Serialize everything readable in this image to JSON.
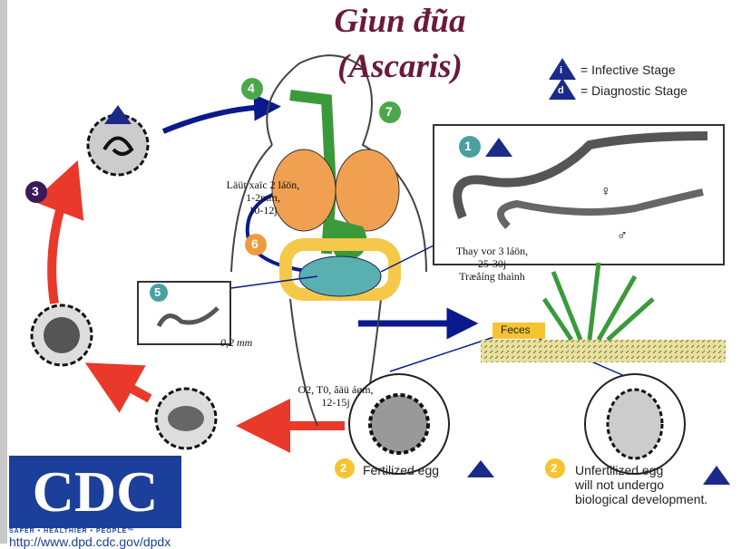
{
  "title": {
    "line1": "Giun đũa",
    "line2": "(Ascaris)"
  },
  "legend": {
    "infective": {
      "symbol": "i",
      "label": "= Infective Stage"
    },
    "diagnostic": {
      "symbol": "d",
      "label": "= Diagnostic Stage"
    }
  },
  "steps": [
    "1",
    "2",
    "3",
    "4",
    "5",
    "6",
    "7"
  ],
  "notes": {
    "lung": [
      "Läüt xaïc 2 láön,",
      "1-2mm,",
      "10-12j"
    ],
    "adult": [
      "Thay vor 3 láön,",
      "25-30j",
      "Træåíng thaình"
    ],
    "larva_size": "0,2 mm",
    "egg_dev": [
      "O2, T0, âäü áøm,",
      "12-15j"
    ]
  },
  "labels": {
    "feces": "Feces",
    "fertilized": "Fertilized egg",
    "unfertilized": [
      "Unfertilized egg",
      "will not undergo",
      "biological development."
    ],
    "female": "♀",
    "male": "♂"
  },
  "logo": {
    "text": "CDC",
    "tagline": "SAFER • HEALTHIER • PEOPLE™",
    "url": "http://www.dpd.cdc.gov/dpdx"
  },
  "colors": {
    "title": "#6a1a3c",
    "cycle_arrow": "#e8392a",
    "body_arrow": "#0a1a8c",
    "lungs": "#f0a050",
    "intestine_yellow": "#f5c84a",
    "intestine_teal": "#5ab0b0",
    "green": "#3a9a3a",
    "logo_blue": "#1b3f9a",
    "step_green": "#4aa84a",
    "step_teal": "#4aa0a0",
    "step_orange": "#f09a40",
    "step_purple": "#3a1a5a",
    "step_yellow": "#f5c430"
  }
}
